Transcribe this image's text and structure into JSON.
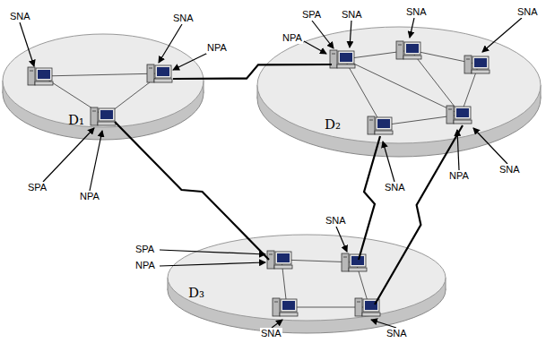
{
  "diagram": {
    "nodes": [
      {
        "text": [
          "D₁"
        ]
      },
      {
        "text": [
          "D₂"
        ]
      },
      {
        "text": [
          "D₃"
        ]
      }
    ],
    "edges": [
      {
        "from": 0,
        "to": 1,
        "arrow": "none"
      },
      {
        "from": 0,
        "to": 2,
        "arrow": "none"
      },
      {
        "from": 2,
        "to": 1,
        "arrow": "none"
      },
      {
        "from": 2,
        "to": 1,
        "arrow": "none"
      }
    ],
    "labels": [
      "SNA",
      "SNA",
      "NPA",
      "SPA",
      "SNA",
      "NPA",
      "SNA",
      "SNA",
      "SPA",
      "NPA",
      "SPA",
      "NPA",
      "SNA",
      "SNA",
      "NPA",
      "SNA",
      "SNA",
      "SNA"
    ]
  }
}
